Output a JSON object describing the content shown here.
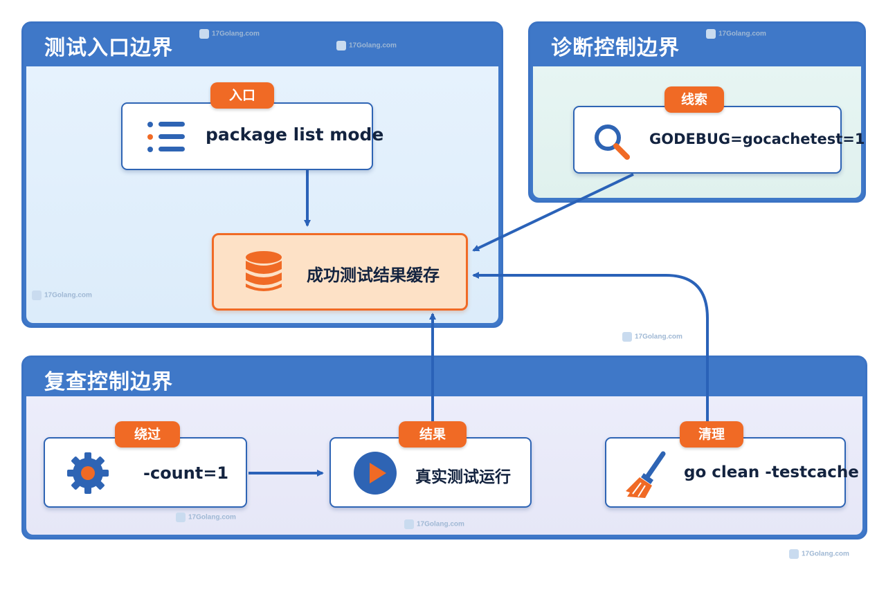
{
  "panels": {
    "entry": {
      "title": "测试入口边界"
    },
    "diagnostic": {
      "title": "诊断控制边界"
    },
    "review": {
      "title": "复查控制边界"
    }
  },
  "nodes": {
    "package_list": {
      "tag": "入口",
      "label": "package list mode",
      "icon": "list-icon"
    },
    "godebug": {
      "tag": "线索",
      "label": "GODEBUG=gocachetest=1",
      "icon": "search-icon"
    },
    "cache": {
      "label": "成功测试结果缓存",
      "icon": "database-icon"
    },
    "count": {
      "tag": "绕过",
      "label": "-count=1",
      "icon": "gear-icon"
    },
    "real_run": {
      "tag": "结果",
      "label": "真实测试运行",
      "icon": "play-icon"
    },
    "clean": {
      "tag": "清理",
      "label": "go clean -testcache",
      "icon": "broom-icon"
    }
  },
  "watermark": "17Golang.com",
  "colors": {
    "primary": "#3f78c8",
    "accent": "#f06a25",
    "arrow": "#2a62b8"
  }
}
